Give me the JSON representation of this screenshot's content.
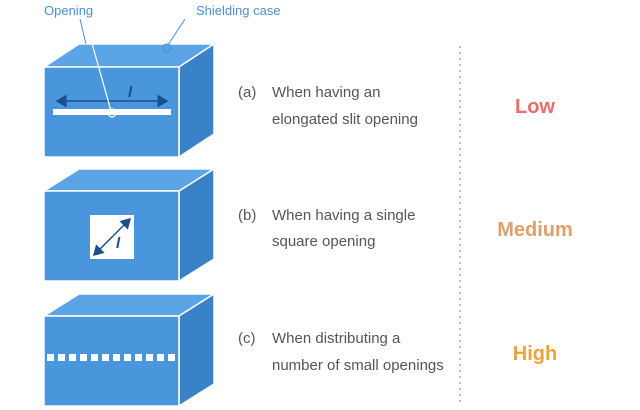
{
  "callouts": {
    "opening": "Opening",
    "shielding_case": "Shielding case"
  },
  "dimension_label": "l",
  "rows": [
    {
      "marker": "(a)",
      "line1": "When having an",
      "line2": "elongated slit opening",
      "level": "Low",
      "level_color": "#ec6b6b"
    },
    {
      "marker": "(b)",
      "line1": "When having a single",
      "line2": "square opening",
      "level": "Medium",
      "level_color": "#e0a06a"
    },
    {
      "marker": "(c)",
      "line1": "When distributing a",
      "line2": "number of small openings",
      "level": "High",
      "level_color": "#f0a23a"
    }
  ],
  "colors": {
    "box_front": "#4a96dc",
    "box_top": "#5ba4e6",
    "box_side": "#3a82c8",
    "box_edge": "#ffffff",
    "opening": "#ffffff",
    "callout": "#4a90d6",
    "divider": "#aaaaaa"
  }
}
